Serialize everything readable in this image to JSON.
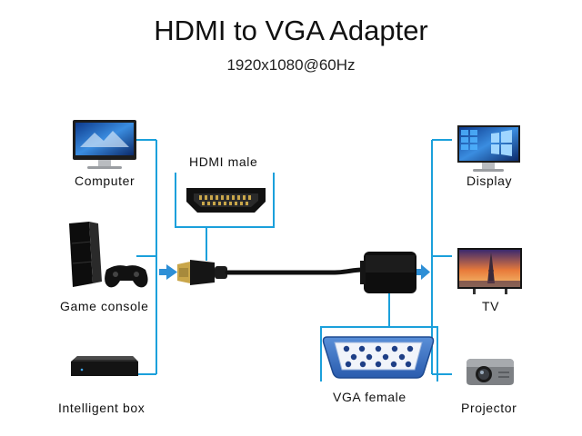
{
  "header": {
    "title": "HDMI to VGA Adapter",
    "subtitle": "1920x1080@60Hz"
  },
  "sources": [
    {
      "label": "Computer",
      "icon": "computer-monitor-icon"
    },
    {
      "label": "Game console",
      "icon": "game-console-icon"
    },
    {
      "label": "Intelligent box",
      "icon": "tv-box-icon"
    }
  ],
  "outputs": [
    {
      "label": "Display",
      "icon": "display-monitor-icon"
    },
    {
      "label": "TV",
      "icon": "tv-icon"
    },
    {
      "label": "Projector",
      "icon": "projector-icon"
    }
  ],
  "connectors": {
    "hdmi_label": "HDMI male",
    "vga_label": "VGA female"
  },
  "colors": {
    "line": "#1ba0db",
    "arrow": "#2e8fd6"
  }
}
